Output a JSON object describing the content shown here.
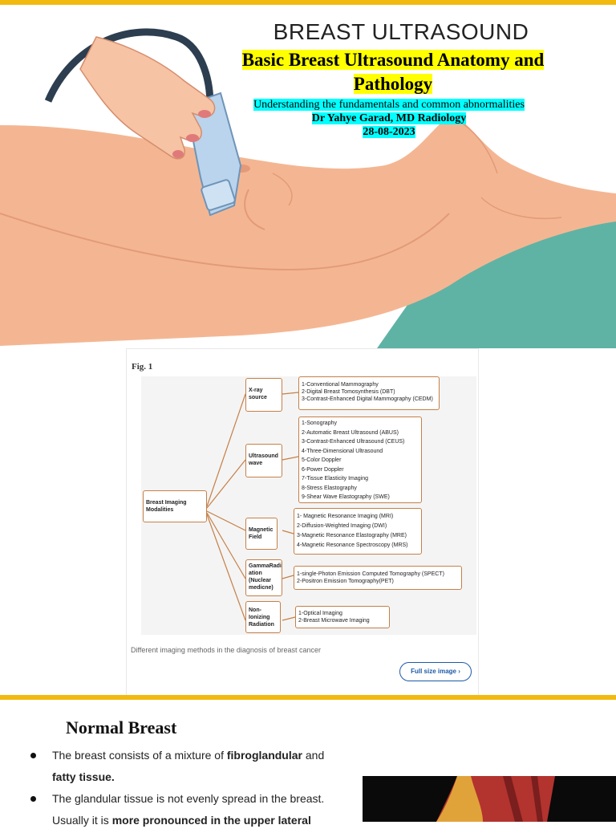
{
  "header": {
    "title": "BREAST ULTRASOUND",
    "subtitle": "Basic Breast Ultrasound Anatomy and Pathology",
    "description": "Understanding the fundamentals and common abnormalities",
    "author": "Dr Yahye Garad, MD Radiology",
    "date": "28-08-2023"
  },
  "figure": {
    "label": "Fig. 1",
    "root": [
      "Breast Imaging",
      "Modalities"
    ],
    "branches": [
      {
        "category": [
          "X-ray",
          "source"
        ],
        "items": [
          "1-Conventional Mammography",
          "2-Digital Breast Tomosynthesis (DBT)",
          "3-Contrast-Enhanced Digital Mammography (CEDM)"
        ]
      },
      {
        "category": [
          "Ultrasound",
          "wave"
        ],
        "items": [
          "1-Sonography",
          "2-Automatic Breast Ultrasound (ABUS)",
          "3-Contrast-Enhanced Ultrasound (CEUS)",
          "4-Three-Dimensional Ultrasound",
          "5-Color Doppler",
          "6-Power Doppler",
          "7-Tissue Elasticity Imaging",
          "8-Stress Elastography",
          "9-Shear Wave Elastography (SWE)"
        ]
      },
      {
        "category": [
          "Magnetic",
          "Field"
        ],
        "items": [
          "1- Magnetic Resonance Imaging (MRI)",
          "2-Diffusion-Weighted Imaging (DWI)",
          "3-Magnetic Resonance Elastography (MRE)",
          "4-Magnetic Resonance Spectroscopy (MRS)"
        ]
      },
      {
        "category": [
          "GammaRadi",
          "ation",
          "(Nuclear",
          "medicne)"
        ],
        "items": [
          "1-single-Photon Emission Computed Tomography (SPECT)",
          "2-Positron Emission Tomography(PET)"
        ]
      },
      {
        "category": [
          "Non-",
          "Ionizing",
          "Radiation"
        ],
        "items": [
          "1-Optical Imaging",
          "2-Breast Microwave Imaging"
        ]
      }
    ],
    "caption": "Different imaging methods in the diagnosis of breast cancer",
    "full_size_button": "Full size image ›"
  },
  "section": {
    "title": "Normal Breast",
    "bullets": [
      [
        "The breast consists of a mixture of ",
        {
          "b": "fibroglandular"
        },
        " and ",
        {
          "b": "fatty tissue."
        }
      ],
      [
        "The glandular tissue is not evenly spread in the breast. Usually it is ",
        {
          "b": "more pronounced in the upper lateral"
        }
      ]
    ]
  },
  "colors": {
    "accent_bar": "#f2b90f",
    "node_border": "#c58048",
    "highlight_yellow": "#ffff00",
    "highlight_cyan": "#00ffff",
    "button_blue": "#1c5aa8"
  }
}
